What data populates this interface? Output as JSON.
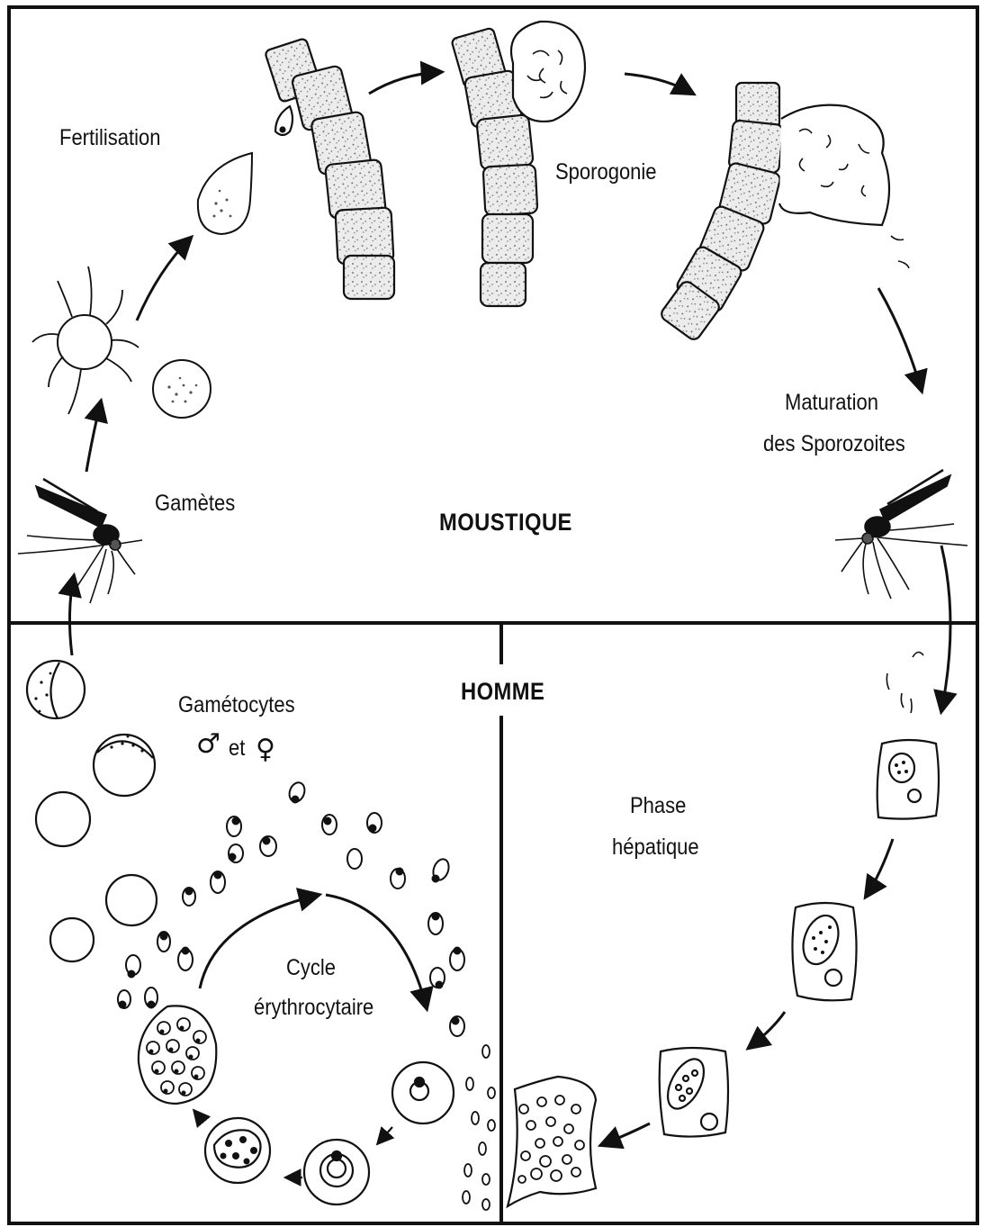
{
  "labels": {
    "fertilisation": "Fertilisation",
    "sporogonie": "Sporogonie",
    "maturation_line1": "Maturation",
    "maturation_line2": "des Sporozoites",
    "gametes": "Gamètes",
    "moustique": "MOUSTIQUE",
    "homme": "HOMME",
    "gametocytes": "Gamétocytes",
    "male_symbol": "♂",
    "et": "et",
    "female_symbol": "♀",
    "phase_line1": "Phase",
    "phase_line2": "hépatique",
    "cycle_line1": "Cycle",
    "cycle_line2": "érythrocytaire"
  }
}
